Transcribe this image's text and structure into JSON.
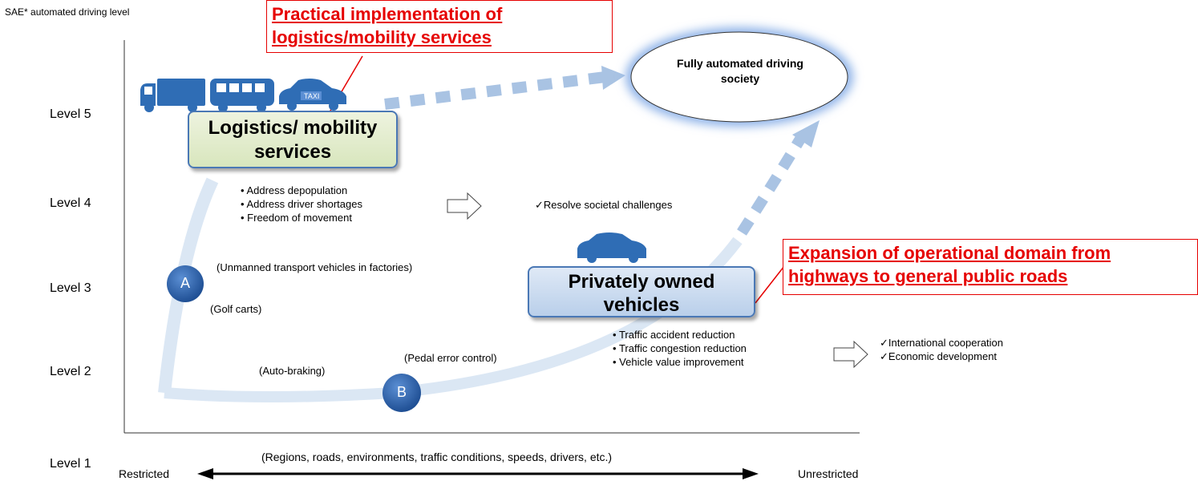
{
  "axis_title": "SAE* automated driving level",
  "levels": [
    "Level 5",
    "Level 4",
    "Level 3",
    "Level 2",
    "Level 1"
  ],
  "callouts": {
    "top": "Practical implementation of logistics/mobility services",
    "right": "Expansion of operational domain from highways to general public roads"
  },
  "goal": "Fully automated driving society",
  "logistics_box": "Logistics/ mobility services",
  "private_box": "Privately owned vehicles",
  "logistics_bullets": [
    "Address depopulation",
    "Address driver shortages",
    "Freedom of movement"
  ],
  "logistics_result": "Resolve societal challenges",
  "private_bullets": [
    "Traffic accident reduction",
    "Traffic congestion reduction",
    "Vehicle value improvement"
  ],
  "private_results": [
    "International cooperation",
    "Economic development"
  ],
  "path_a_label": "A",
  "path_b_label": "B",
  "examples": {
    "unmanned": "(Unmanned transport vehicles in factories)",
    "golf": "(Golf carts)",
    "auto_braking": "(Auto-braking)",
    "pedal": "(Pedal error control)"
  },
  "x_axis": {
    "left": "Restricted",
    "right": "Unrestricted",
    "conditions": "(Regions, roads, environments, traffic conditions, speeds, drivers, etc.)"
  },
  "icons": [
    "truck-icon",
    "bus-icon",
    "taxi-icon",
    "car-icon"
  ],
  "taxi_sign": "TAXI",
  "colors": {
    "callout_red": "#e60000",
    "vehicle_blue": "#2f6db5",
    "path_light_blue": "#dbe7f4",
    "box_green": "#dbe8c4",
    "box_blue": "#c6d8ee"
  }
}
